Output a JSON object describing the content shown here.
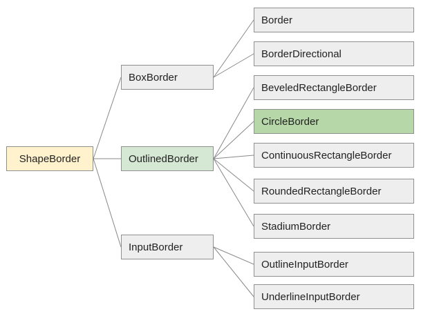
{
  "diagram": {
    "colors": {
      "edge": "#888888",
      "default_fill": "#eeeeee",
      "root_fill": "#fff2cc",
      "highlight_fill": "#d5e8d4",
      "strong_highlight_fill": "#b6d7a8"
    },
    "nodes": [
      {
        "id": "shape-border",
        "label": "ShapeBorder",
        "parent": null,
        "fill": "#fff2cc"
      },
      {
        "id": "box-border",
        "label": "BoxBorder",
        "parent": "shape-border",
        "fill": "#eeeeee"
      },
      {
        "id": "outlined-border",
        "label": "OutlinedBorder",
        "parent": "shape-border",
        "fill": "#d5e8d4"
      },
      {
        "id": "input-border",
        "label": "InputBorder",
        "parent": "shape-border",
        "fill": "#eeeeee"
      },
      {
        "id": "border",
        "label": "Border",
        "parent": "box-border",
        "fill": "#eeeeee"
      },
      {
        "id": "border-directional",
        "label": "BorderDirectional",
        "parent": "box-border",
        "fill": "#eeeeee"
      },
      {
        "id": "beveled-rectangle-border",
        "label": "BeveledRectangleBorder",
        "parent": "outlined-border",
        "fill": "#eeeeee"
      },
      {
        "id": "circle-border",
        "label": "CircleBorder",
        "parent": "outlined-border",
        "fill": "#b6d7a8"
      },
      {
        "id": "continuous-rectangle-border",
        "label": "ContinuousRectangleBorder",
        "parent": "outlined-border",
        "fill": "#eeeeee"
      },
      {
        "id": "rounded-rectangle-border",
        "label": "RoundedRectangleBorder",
        "parent": "outlined-border",
        "fill": "#eeeeee"
      },
      {
        "id": "stadium-border",
        "label": "StadiumBorder",
        "parent": "outlined-border",
        "fill": "#eeeeee"
      },
      {
        "id": "outline-input-border",
        "label": "OutlineInputBorder",
        "parent": "input-border",
        "fill": "#eeeeee"
      },
      {
        "id": "underline-input-border",
        "label": "UnderlineInputBorder",
        "parent": "input-border",
        "fill": "#eeeeee"
      }
    ]
  }
}
